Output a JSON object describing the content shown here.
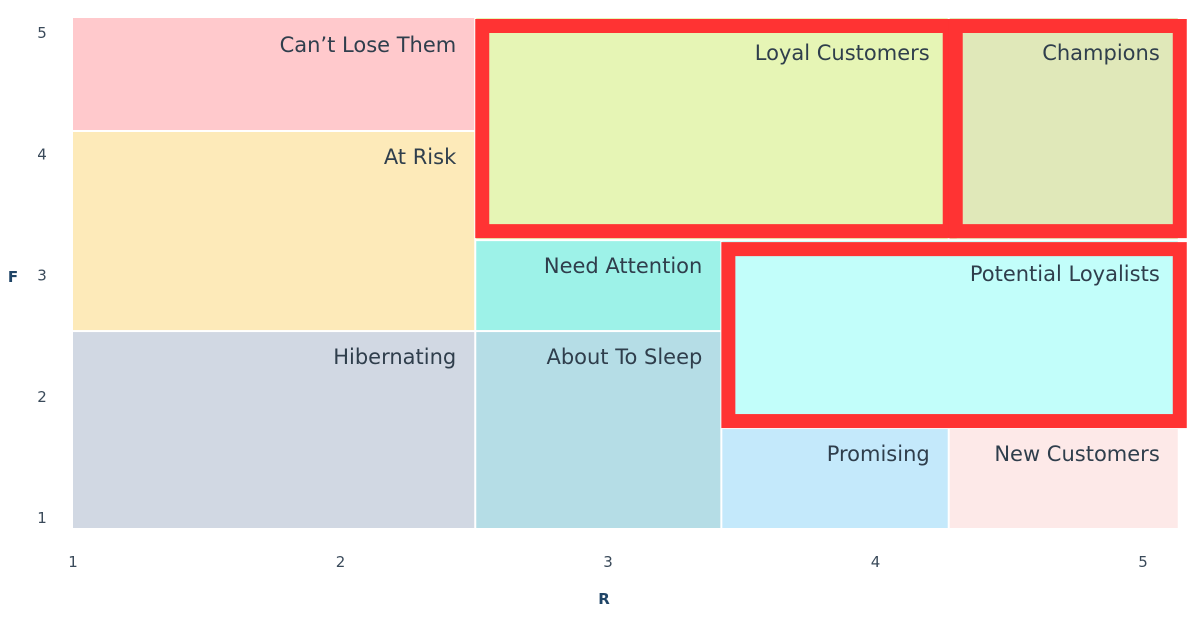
{
  "chart_data": {
    "type": "treemap",
    "xlabel": "R",
    "ylabel": "F",
    "xlim": [
      1,
      5
    ],
    "ylim": [
      1,
      5
    ],
    "x_ticks": [
      "1",
      "2",
      "3",
      "4",
      "5"
    ],
    "y_ticks": [
      "1",
      "2",
      "3",
      "4",
      "5"
    ],
    "grid": false,
    "segments": [
      {
        "name": "Can’t Lose Them",
        "r": [
          1,
          2.5
        ],
        "f": [
          4.2,
          5
        ],
        "color": "#ffc9cc",
        "highlighted": false
      },
      {
        "name": "At Risk",
        "r": [
          1,
          2.5
        ],
        "f": [
          2.55,
          4.2
        ],
        "color": "#fdeab9",
        "highlighted": false
      },
      {
        "name": "Hibernating",
        "r": [
          1,
          2.5
        ],
        "f": [
          1,
          2.55
        ],
        "color": "#d1d8e3",
        "highlighted": false
      },
      {
        "name": "Need Attention",
        "r": [
          2.5,
          3.42
        ],
        "f": [
          2.55,
          3.3
        ],
        "color": "#9df2e8",
        "highlighted": false
      },
      {
        "name": "About To Sleep",
        "r": [
          2.5,
          3.42
        ],
        "f": [
          1,
          2.55
        ],
        "color": "#b5dde6",
        "highlighted": false
      },
      {
        "name": "Loyal Customers",
        "r": [
          2.5,
          4.27
        ],
        "f": [
          3.3,
          5
        ],
        "color": "#e6f5b5",
        "highlighted": true
      },
      {
        "name": "Champions",
        "r": [
          4.27,
          5.13
        ],
        "f": [
          3.3,
          5
        ],
        "color": "#e0e8b9",
        "highlighted": true
      },
      {
        "name": "Potential Loyalists",
        "r": [
          3.42,
          5.13
        ],
        "f": [
          1.75,
          3.3
        ],
        "color": "#c2fefa",
        "highlighted": true
      },
      {
        "name": "Promising",
        "r": [
          3.42,
          4.27
        ],
        "f": [
          1,
          1.75
        ],
        "color": "#c4e9fb",
        "highlighted": false
      },
      {
        "name": "New Customers",
        "r": [
          4.27,
          5.13
        ],
        "f": [
          1,
          1.75
        ],
        "color": "#fde9e8",
        "highlighted": false
      }
    ],
    "highlight_color": "#ff3333"
  }
}
